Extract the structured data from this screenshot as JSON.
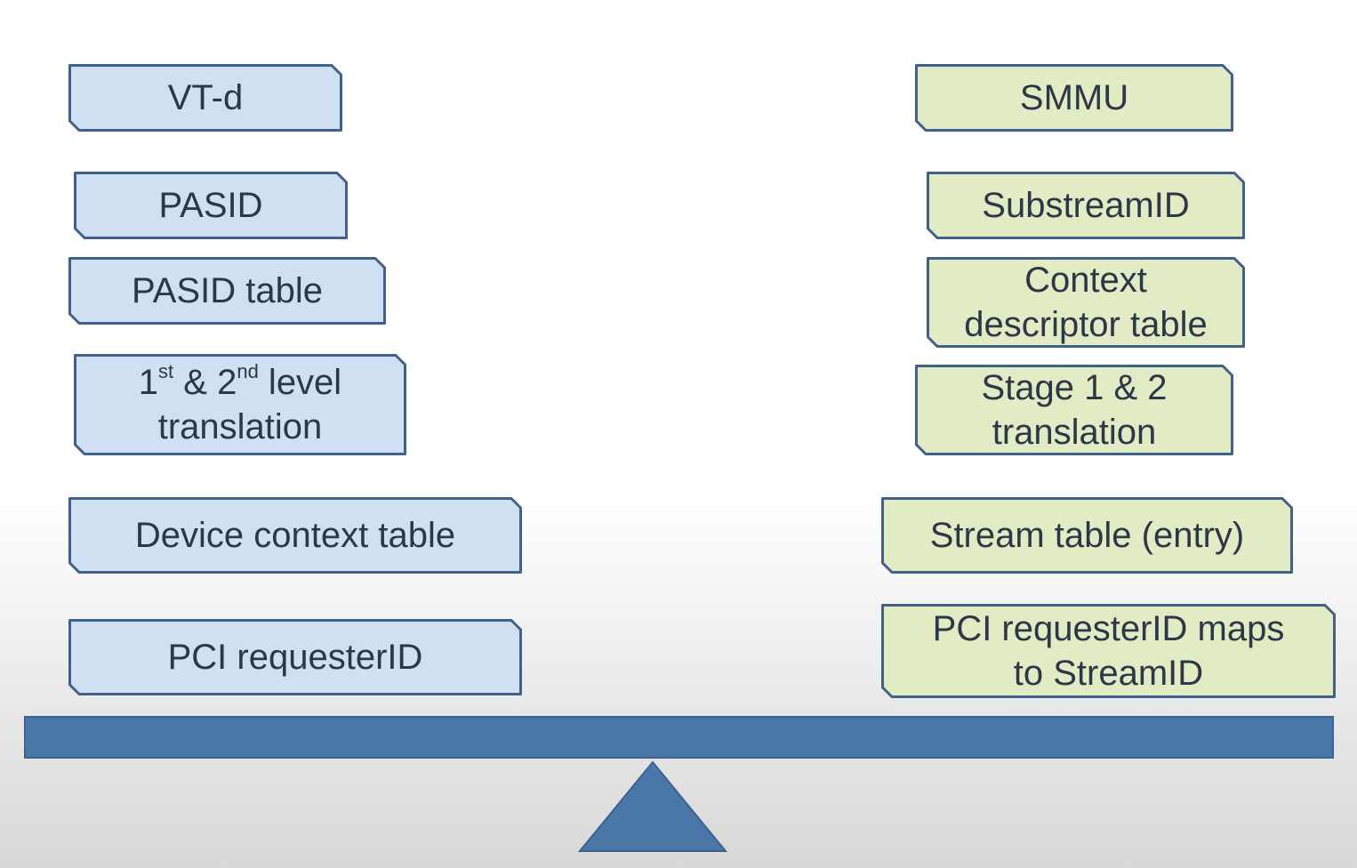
{
  "colors": {
    "left_fill": "#cfe0f3",
    "right_fill": "#e1ebc4",
    "outline": "#41608a",
    "beam": "#4a77a8",
    "text": "#2c3747"
  },
  "left": {
    "vtd": "VT-d",
    "pasid": "PASID",
    "pasid_table": "PASID table",
    "translation": {
      "n1": "1",
      "sup1": "st",
      "amp": " & 2",
      "sup2": "nd",
      "level": " level",
      "line2": "translation"
    },
    "device_context": "Device context table",
    "pci_requester": "PCI requesterID"
  },
  "right": {
    "smmu": "SMMU",
    "substream": "SubstreamID",
    "context_line1": "Context",
    "context_line2": "descriptor table",
    "stage_line1": "Stage 1 & 2",
    "stage_line2": "translation",
    "stream_table": "Stream table (entry)",
    "pci_line1": "PCI requesterID maps",
    "pci_line2": "to StreamID"
  }
}
